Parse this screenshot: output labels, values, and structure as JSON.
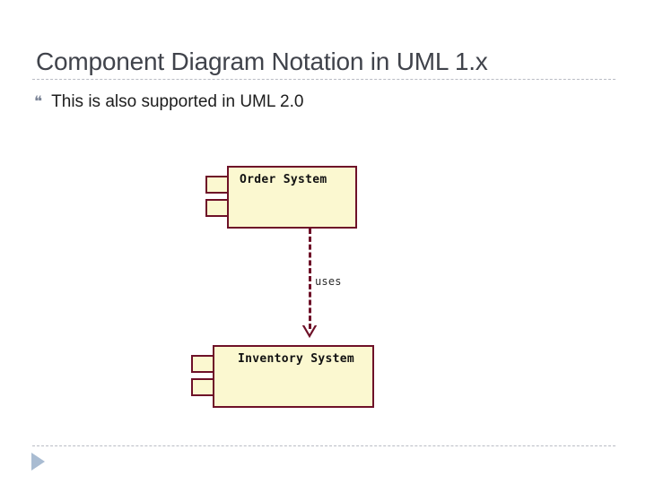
{
  "slide": {
    "title": "Component Diagram Notation in UML 1.x",
    "bullet_mark": "❝",
    "bullet_text": "This is also supported in UML 2.0",
    "background_color": "#FFFFFF",
    "title_color": "#40434B",
    "rule_color": "#B9BCC4"
  },
  "diagram": {
    "type": "uml-component-diagram",
    "notation_version": "UML 1.x",
    "component_fill": "#FBF8D0",
    "component_border": "#6E1128",
    "components": [
      {
        "id": "order-system",
        "label": "Order System",
        "stub_count": 2
      },
      {
        "id": "inventory-system",
        "label": "Inventory System",
        "stub_count": 2
      }
    ],
    "relationships": [
      {
        "id": "order-uses-inventory",
        "label": "uses",
        "kind": "dependency",
        "line_style": "dashed",
        "arrowhead": "open",
        "from": "Order System",
        "to": "Inventory System"
      }
    ]
  },
  "footer": {
    "triangle_color": "#A9BCD2"
  }
}
